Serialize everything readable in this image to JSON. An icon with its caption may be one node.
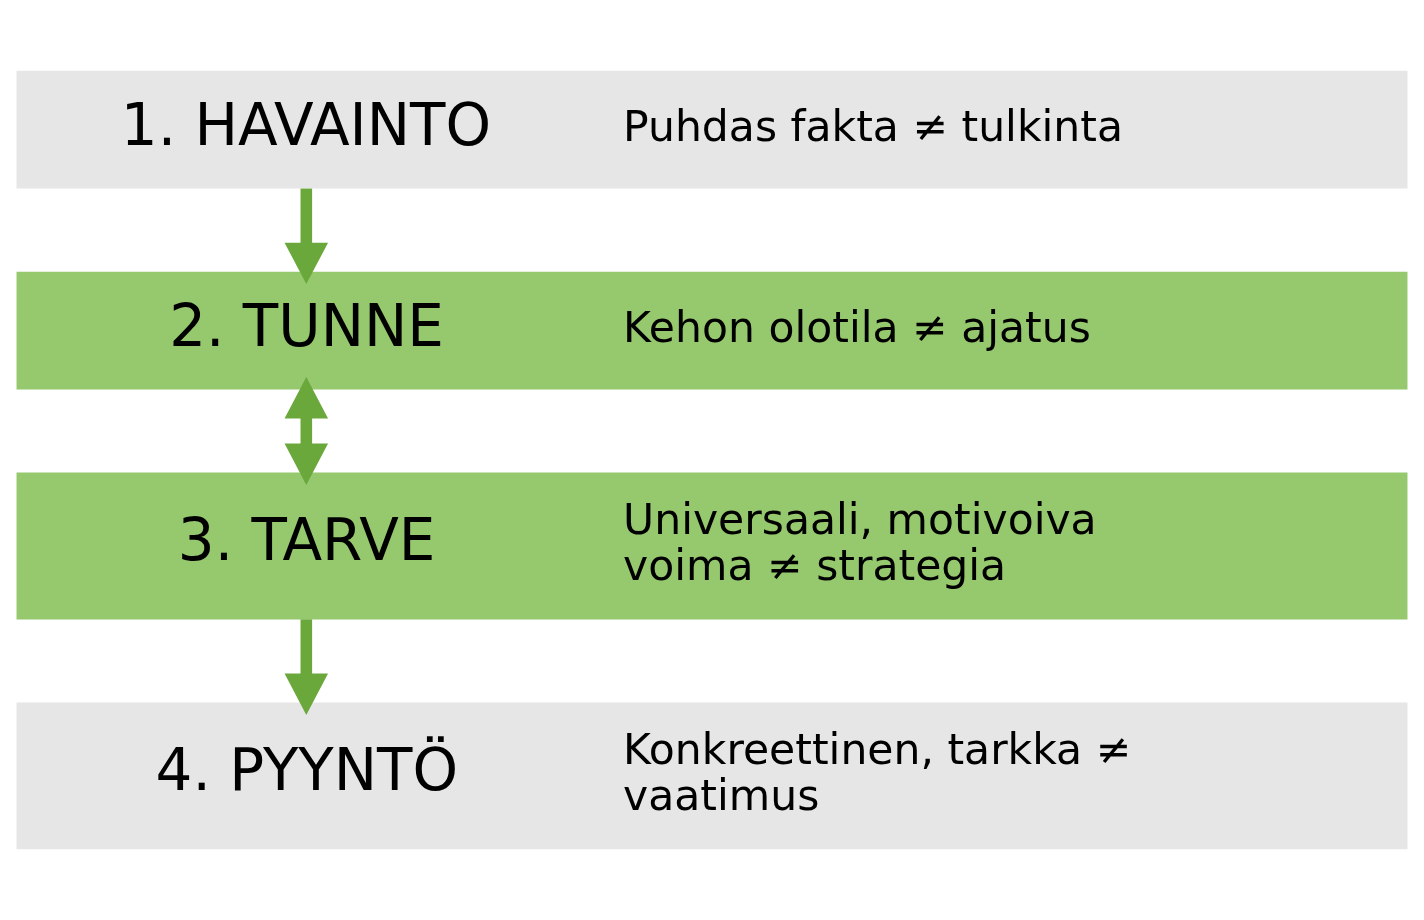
{
  "diagram": {
    "nodes": [
      {
        "text": [
          "1. HAVAINTO",
          "Puhdas fakta ≠ tulkinta"
        ]
      },
      {
        "text": [
          "2. TUNNE",
          "Kehon olotila ≠ ajatus"
        ]
      },
      {
        "text": [
          "3. TARVE",
          "Universaali, motivoiva voima ≠ strategia"
        ]
      },
      {
        "text": [
          "4. PYYNTÖ",
          "Konkreettinen, tarkka ≠ vaatimus"
        ]
      }
    ],
    "edges": [
      {
        "from": 0,
        "to": 1,
        "arrow": "to"
      },
      {
        "from": 1,
        "to": 2,
        "arrow": "both"
      },
      {
        "from": 2,
        "to": 3,
        "arrow": "to"
      }
    ]
  }
}
